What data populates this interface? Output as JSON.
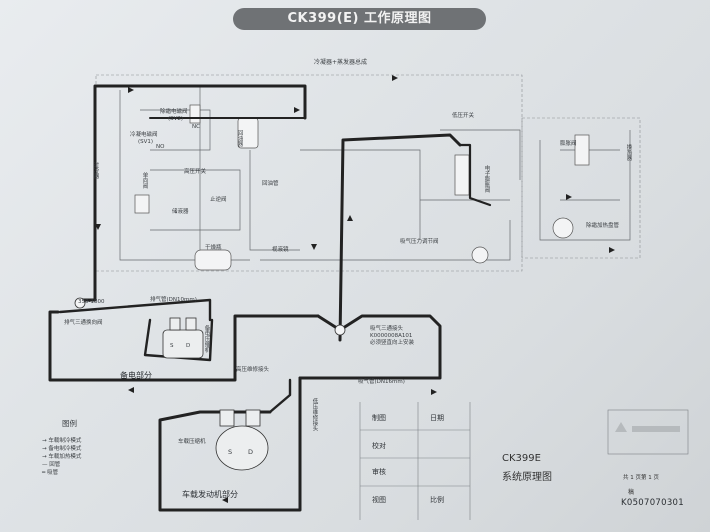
{
  "title": "CK399(E) 工作原理图",
  "labels": {
    "condenser_evaporator": "冷凝器+蒸发器总成",
    "defrost_valve": "除霜电磁阀",
    "defrost_valve_code": "(SV2)",
    "cool_valve": "冷凝电磁阀",
    "cool_valve_code": "(SV1)",
    "no": "NO",
    "nc": "NC",
    "check_valve_left": "过冷器",
    "check_valve": "单向阀",
    "accumulator": "回油器",
    "high_pressure_switch": "高压开关",
    "return_pipe": "回油管",
    "liquid_line": "止逆阀",
    "reservoir": "储液器",
    "dryer": "干燥瓶",
    "sight_glass": "视液镜",
    "low_pressure_switch": "低压开关",
    "expansion_valve": "膨胀阀",
    "electric_valve": "电子膨胀阀",
    "suction_pressure_valve": "吸气压力调节阀",
    "heat_exchanger": "换热器",
    "drain_heater": "除霜加热盘管",
    "pressure_range": "350-1800",
    "discharge_pipe": "排气管(DN10mm)",
    "discharge_tee": "排气三通换向阀",
    "standby_motor": "备电压缩机",
    "s": "S",
    "d": "D",
    "standby_section": "备电部分",
    "high_service_valve": "高压维修接头",
    "suction_tee": "吸气三通接头",
    "suction_tee_code": "K0000008A101",
    "suction_tee_note": "必须竖直向上安装",
    "suction_pipe": "吸气管(DN16mm)",
    "low_service_valve": "低压维修接头",
    "vehicle_compressor": "车载压缩机",
    "vehicle_section": "车载发动机部分"
  },
  "legend": {
    "title": "图例",
    "rows": [
      "车载制冷模式",
      "备电制冷模式",
      "车载加热模式",
      "回管",
      "吸管"
    ]
  },
  "title_block": {
    "made": "制图",
    "date": "日期",
    "check": "校对",
    "review": "审核",
    "view": "视图",
    "scale": "比例"
  },
  "model": "CK399E",
  "model_desc": "系统原理图",
  "sheet": "共 1 页第 1 页",
  "sheet_mark": "稿",
  "drawing_no": "K0507070301",
  "colors": {
    "pipe": "#222222",
    "banner": "#6f7275",
    "thin": "#666a6e"
  }
}
